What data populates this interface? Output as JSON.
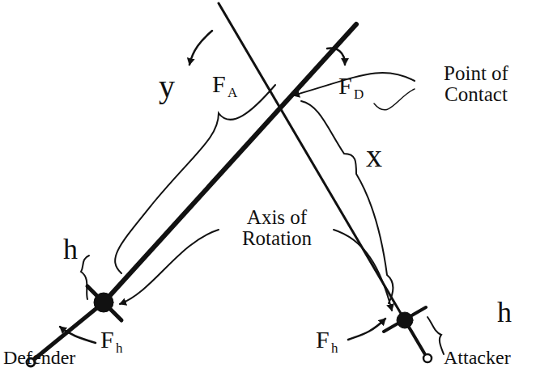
{
  "diagram": {
    "labels": [
      "y",
      "F",
      "A",
      "F",
      "D",
      "Point of Contact",
      "x",
      "h",
      "Axis of Rotation",
      "h",
      "F",
      "h",
      "F",
      "h",
      "Defender",
      "Attacker"
    ]
  }
}
